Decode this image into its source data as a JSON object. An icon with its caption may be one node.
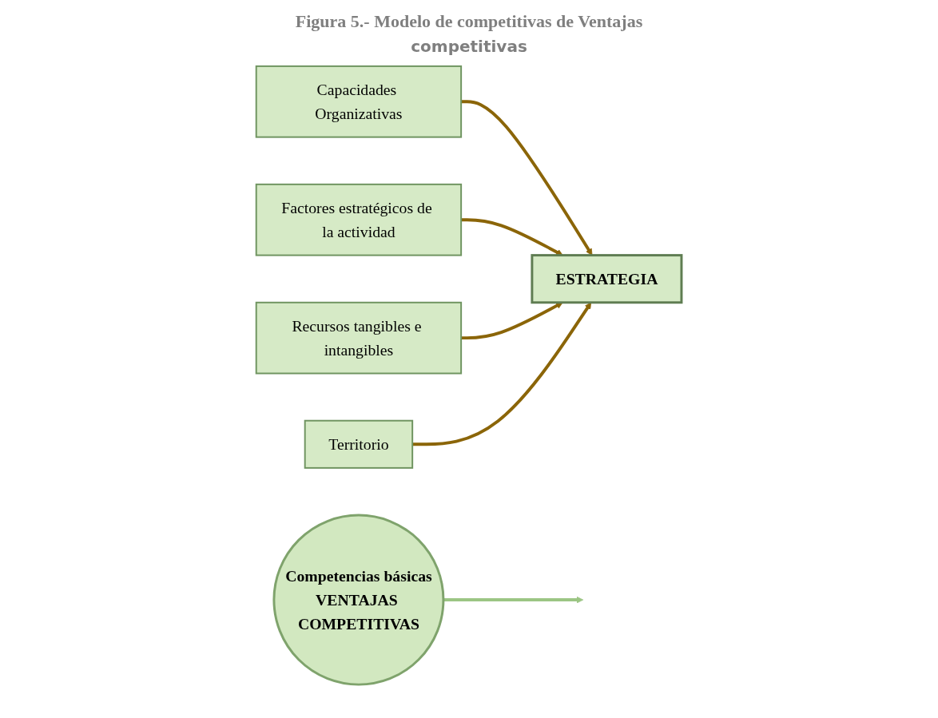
{
  "diagram": {
    "title": "Figura 5.- Modelo de competitivas de Ventajas",
    "nodes": [
      {
        "text": [
          "Capacidades Organizativas"
        ]
      },
      {
        "text": [
          "Factores estratégicos de la actividad"
        ]
      },
      {
        "text": [
          "ESTRATEGIA"
        ]
      },
      {
        "text": [
          "Recursos tangibles e intangibles"
        ]
      },
      {
        "text": [
          "Territorio"
        ]
      },
      {
        "text": [
          "Competencias básicas",
          "VENTAJAS COMPETITIVAS"
        ]
      }
    ],
    "edges": [
      {
        "from": 0,
        "to": 2,
        "arrow": "to"
      },
      {
        "from": 1,
        "to": 2,
        "arrow": "to"
      },
      {
        "from": 3,
        "to": 2,
        "arrow": "to"
      },
      {
        "from": 4,
        "to": 2,
        "arrow": "to"
      },
      {
        "from": 5,
        "to": null,
        "arrow": "to",
        "color": "#9cc584"
      }
    ],
    "labels": [
      "competitivas"
    ]
  }
}
